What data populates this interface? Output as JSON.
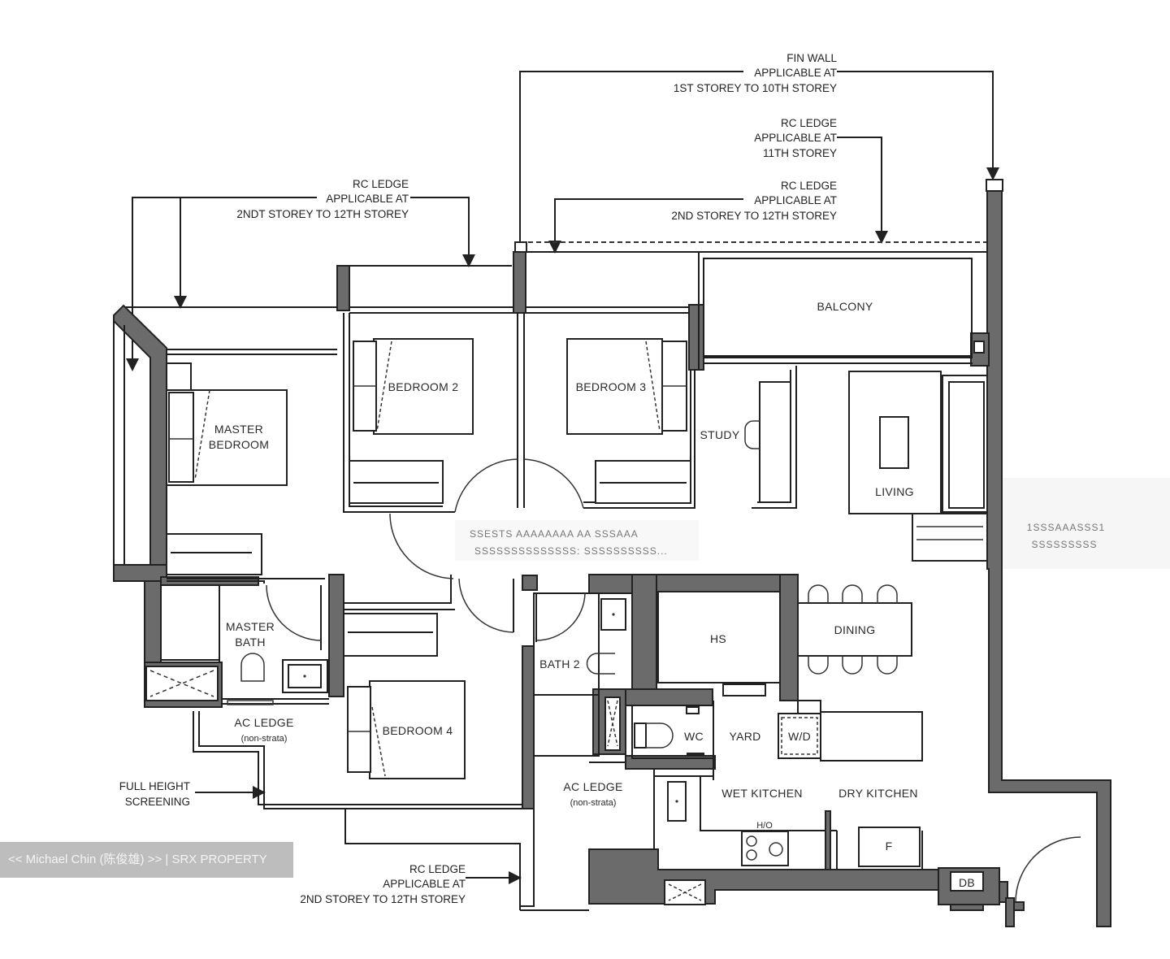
{
  "annotations": {
    "fin_wall": {
      "line1": "FIN WALL",
      "line2": "APPLICABLE AT",
      "line3": "1ST STOREY TO 10TH  STOREY"
    },
    "rc_ledge_11th": {
      "line1": "RC LEDGE",
      "line2": "APPLICABLE AT",
      "line3": "11TH STOREY"
    },
    "rc_ledge_top_right": {
      "line1": "RC LEDGE",
      "line2": "APPLICABLE AT",
      "line3": "2ND STOREY TO 12TH  STOREY"
    },
    "rc_ledge_top_left": {
      "line1": "RC LEDGE",
      "line2": "APPLICABLE AT",
      "line3": "2NDT STOREY TO 12TH  STOREY"
    },
    "rc_ledge_bottom": {
      "line1": "RC LEDGE",
      "line2": "APPLICABLE AT",
      "line3": "2ND STOREY TO 12TH  STOREY"
    },
    "full_height_screening": {
      "line1": "FULL HEIGHT",
      "line2": "SCREENING"
    },
    "blurred_center": {
      "line1": "SSESTS  AAAAAAAA AA SSSAAA",
      "line2": "SSSSSSSSSSSSSS: SSSSSSSSSS..."
    },
    "blurred_right": {
      "line1": "1SSSAAASSS1",
      "line2": "SSSSSSSSS"
    }
  },
  "rooms": {
    "master_bedroom": {
      "line1": "MASTER",
      "line2": "BEDROOM"
    },
    "bedroom_2": "BEDROOM 2",
    "bedroom_3": "BEDROOM 3",
    "bedroom_4": "BEDROOM 4",
    "study": "STUDY",
    "balcony": "BALCONY",
    "living": "LIVING",
    "master_bath": {
      "line1": "MASTER",
      "line2": "BATH"
    },
    "bath_2": "BATH 2",
    "hs": "HS",
    "dining": "DINING",
    "wc": "WC",
    "yard": "YARD",
    "wd": "W/D",
    "ac_ledge_left": {
      "line1": "AC LEDGE",
      "line2": "(non-strata)"
    },
    "ac_ledge_center": {
      "line1": "AC LEDGE",
      "line2": "(non-strata)"
    },
    "wet_kitchen": "WET KITCHEN",
    "dry_kitchen": "DRY KITCHEN",
    "hob": "H/O",
    "fridge": "F",
    "db": "DB"
  },
  "watermark": "<< Michael Chin (陈俊雄) >> | SRX PROPERTY",
  "colors": {
    "wall": "#6b6b6b",
    "line": "#1e1e1e",
    "watermark_bg": "#bdbdbd",
    "watermark_text": "#f4f4f4"
  }
}
